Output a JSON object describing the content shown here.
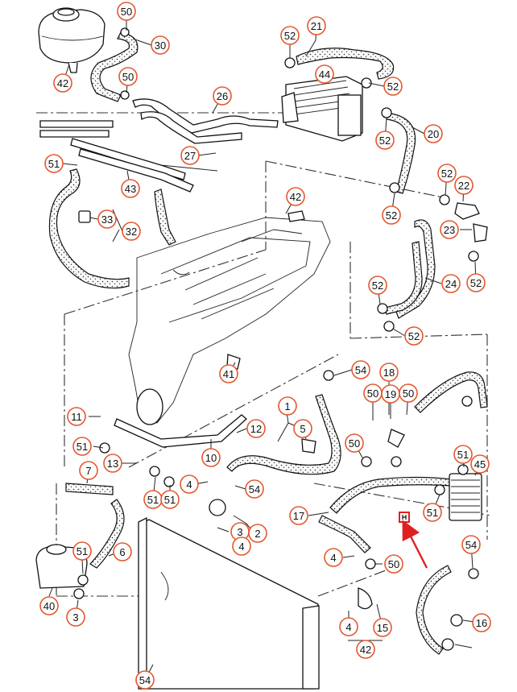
{
  "diagram": {
    "callouts": [
      "50",
      "30",
      "42",
      "50",
      "52",
      "21",
      "44",
      "52",
      "26",
      "27",
      "20",
      "52",
      "51",
      "43",
      "52",
      "22",
      "42",
      "52",
      "33",
      "32",
      "23",
      "52",
      "24",
      "52",
      "52",
      "41",
      "54",
      "18",
      "11",
      "50",
      "19",
      "50",
      "12",
      "1",
      "5",
      "50",
      "51",
      "13",
      "10",
      "51",
      "45",
      "7",
      "4",
      "54",
      "51",
      "51",
      "17",
      "3",
      "2",
      "51",
      "6",
      "4",
      "4",
      "50",
      "40",
      "51",
      "3",
      "4",
      "15",
      "42",
      "54",
      "54",
      "16"
    ],
    "highlight_arrow_color": "#e02020",
    "callout_ring_color": "#e4572e"
  }
}
